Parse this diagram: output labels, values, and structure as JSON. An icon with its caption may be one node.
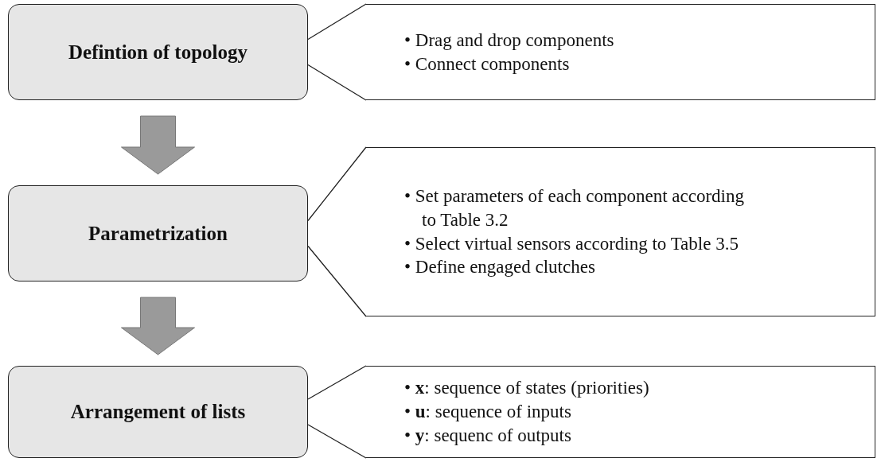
{
  "diagram": {
    "nodes": [
      {
        "text": [
          "Defintion of topology"
        ]
      },
      {
        "text": [
          "Parametrization"
        ]
      },
      {
        "text": [
          "Arrangement of lists"
        ]
      },
      {
        "text": [
          "• Drag and drop components",
          "• Connect components"
        ]
      },
      {
        "text": [
          "• Set parameters of each component according to Table 3.2",
          "• Select virtual sensors according to Table 3.5",
          "• Define engaged clutches"
        ]
      },
      {
        "text": [
          "• **x**: sequence of states (priorities)",
          "• **u**: sequence of inputs",
          "• **y**: sequenc of outputs"
        ]
      }
    ],
    "edges": [
      {
        "from": 0,
        "to": 1,
        "arrow": "to",
        "style": "thick"
      },
      {
        "from": 1,
        "to": 2,
        "arrow": "to",
        "style": "thick"
      },
      {
        "from": 3,
        "to": 0,
        "arrow": "none"
      },
      {
        "from": 4,
        "to": 1,
        "arrow": "none"
      },
      {
        "from": 5,
        "to": 2,
        "arrow": "none"
      }
    ]
  }
}
